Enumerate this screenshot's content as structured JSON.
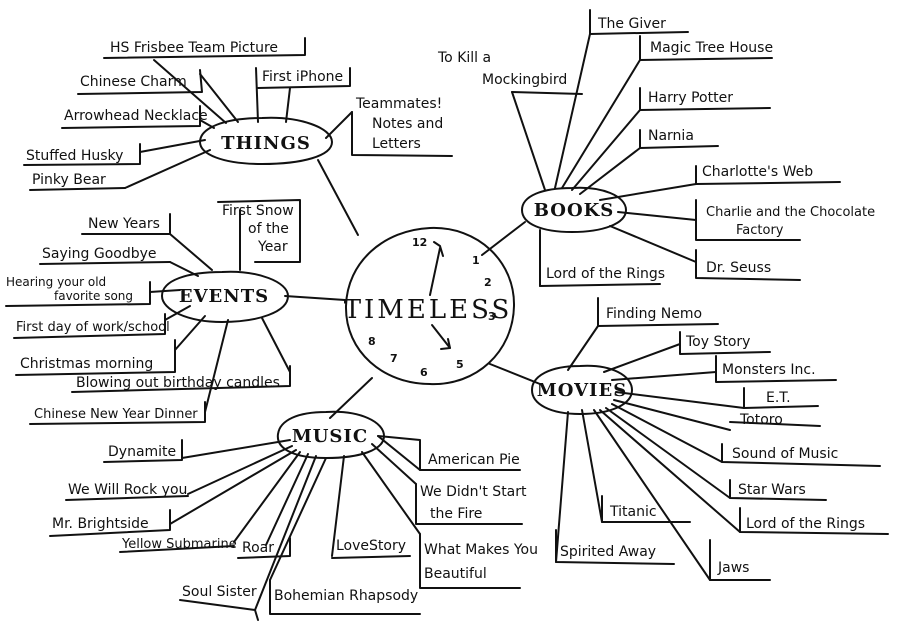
{
  "center": {
    "title": "TIMELESS",
    "clock_numbers": [
      "12",
      "1",
      "2",
      "3",
      "5",
      "6",
      "7",
      "8"
    ]
  },
  "hubs": {
    "things": "THINGS",
    "events": "EVENTS",
    "music": "MUSIC",
    "books": "BOOKS",
    "movies": "MOVIES"
  },
  "things": [
    "HS Frisbee Team Picture",
    "Chinese Charm",
    "First iPhone",
    "Arrowhead Necklace",
    "Teammates! Notes and Letters",
    "Stuffed Husky",
    "Pinky Bear"
  ],
  "events": [
    "New Years",
    "First Snow of the Year",
    "Saying Goodbye",
    "Hearing your old favorite song",
    "First day of work/school",
    "Christmas morning",
    "Blowing out birthday candles",
    "Chinese New Year Dinner"
  ],
  "music": [
    "Dynamite",
    "We Will Rock you",
    "Mr. Brightside",
    "Yellow Submarine",
    "Roar",
    "Soul Sister",
    "Bohemian Rhapsody",
    "LoveStory",
    "What Makes You Beautiful",
    "We Didn't Start the Fire",
    "American Pie"
  ],
  "books": [
    "To Kill a Mockingbird",
    "The Giver",
    "Magic Tree House",
    "Harry Potter",
    "Narnia",
    "Charlotte's Web",
    "Charlie and the Chocolate Factory",
    "Dr. Seuss",
    "Lord of the Rings"
  ],
  "movies": [
    "Finding Nemo",
    "Toy Story",
    "Monsters Inc.",
    "E.T.",
    "Totoro",
    "Sound of Music",
    "Star Wars",
    "Lord of the Rings",
    "Jaws",
    "Titanic",
    "Spirited Away"
  ]
}
